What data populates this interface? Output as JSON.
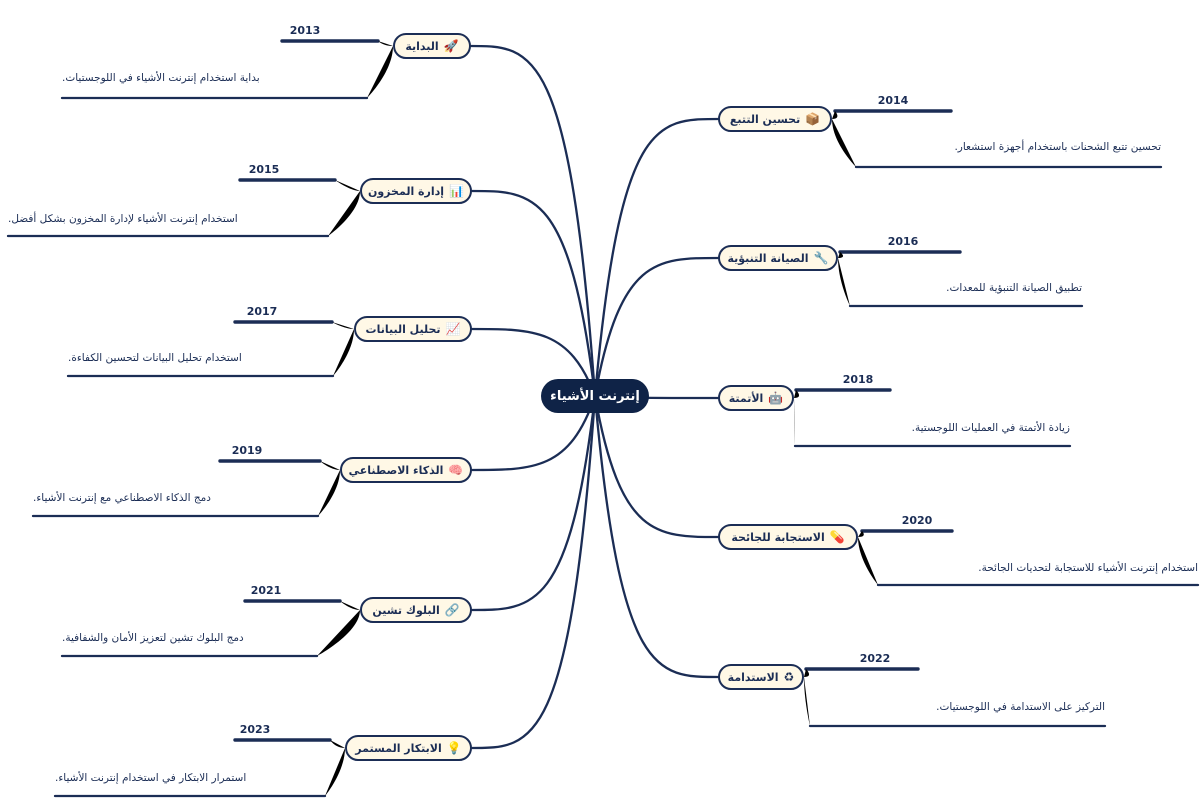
{
  "root": {
    "label": "إنترنت الأشياء"
  },
  "branches": [
    {
      "title": "البداية",
      "icon": "rocket-icon",
      "glyph": "🚀",
      "year": "2013",
      "description": "بداية استخدام إنترنت الأشياء في اللوجستيات."
    },
    {
      "title": "تحسين التتبع",
      "icon": "package-icon",
      "glyph": "📦",
      "year": "2014",
      "description": "تحسين تتبع الشحنات باستخدام أجهزة استشعار."
    },
    {
      "title": "إدارة المخزون",
      "icon": "bar-chart-icon",
      "glyph": "📊",
      "year": "2015",
      "description": "استخدام إنترنت الأشياء لإدارة المخزون بشكل أفضل."
    },
    {
      "title": "الصيانة التنبؤية",
      "icon": "wrench-icon",
      "glyph": "🔧",
      "year": "2016",
      "description": "تطبيق الصيانة التنبؤية للمعدات."
    },
    {
      "title": "تحليل البيانات",
      "icon": "chart-icon",
      "glyph": "📈",
      "year": "2017",
      "description": "استخدام تحليل البيانات لتحسين الكفاءة."
    },
    {
      "title": "الأتمتة",
      "icon": "robot-icon",
      "glyph": "🤖",
      "year": "2018",
      "description": "زيادة الأتمتة في العمليات اللوجستية."
    },
    {
      "title": "الذكاء الاصطناعي",
      "icon": "brain-icon",
      "glyph": "🧠",
      "year": "2019",
      "description": "دمج الذكاء الاصطناعي مع إنترنت الأشياء."
    },
    {
      "title": "الاستجابة للجائحة",
      "icon": "pill-icon",
      "glyph": "💊",
      "year": "2020",
      "description": "استخدام إنترنت الأشياء للاستجابة لتحديات الجائحة."
    },
    {
      "title": "البلوك تشين",
      "icon": "link-icon",
      "glyph": "🔗",
      "year": "2021",
      "description": "دمج البلوك تشين لتعزيز الأمان والشفافية."
    },
    {
      "title": "الاستدامة",
      "icon": "recycle-icon",
      "glyph": "♻",
      "year": "2022",
      "description": "التركيز على الاستدامة في اللوجستيات."
    },
    {
      "title": "الابتكار المستمر",
      "icon": "lightbulb-icon",
      "glyph": "💡",
      "year": "2023",
      "description": "استمرار الابتكار في استخدام إنترنت الأشياء."
    }
  ]
}
